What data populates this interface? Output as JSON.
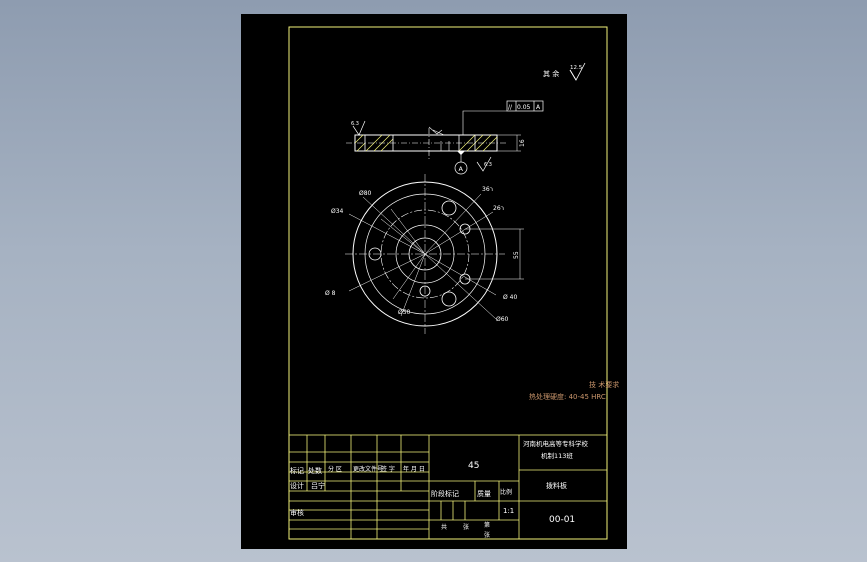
{
  "roughness": {
    "label": "其 余",
    "value": "12.5"
  },
  "flatness_frame": {
    "symbol": "//",
    "value": "0.05",
    "datum": "A"
  },
  "datum_label": "A",
  "section": {
    "left_roughness": "6.3",
    "dim_thickness": "16",
    "dim_roughness": "6.3"
  },
  "annotations": {
    "d80": "Ø80",
    "d34": "Ø34",
    "d8": "Ø 8",
    "three_holes": "3ר6",
    "two_holes": "2ר6",
    "d55": "55",
    "d40": "Ø 40",
    "d50": "Ø50",
    "d60": "Ø60"
  },
  "tech_req": {
    "title": "技 术要求",
    "line": "热处理硬度: 40-45 HRC"
  },
  "title_block": {
    "material": "45",
    "school": "河南机电高等专科学校",
    "class": "机制113班",
    "part_name": "拨料板",
    "drawing_no": "00-01",
    "row_mark": [
      "标记",
      "处数",
      "分 区",
      "更改文件号",
      "签 字",
      "年 月 日"
    ],
    "row_design": [
      "设计",
      "吕宁"
    ],
    "row_check": [
      "审核"
    ],
    "stage_mark": "阶段标记",
    "weight": "质量",
    "scale_label": "比例",
    "scale": "1:1",
    "total": "共",
    "sheets": "张",
    "page": "第",
    "page_sheet": "张"
  },
  "colors": {
    "frame": "#f2f27a",
    "geometry": "#ffffff",
    "dimension": "#ffffff",
    "title_text": "#ffffff",
    "tech_text": "#c9956b",
    "hatch": "#f2f27a"
  }
}
